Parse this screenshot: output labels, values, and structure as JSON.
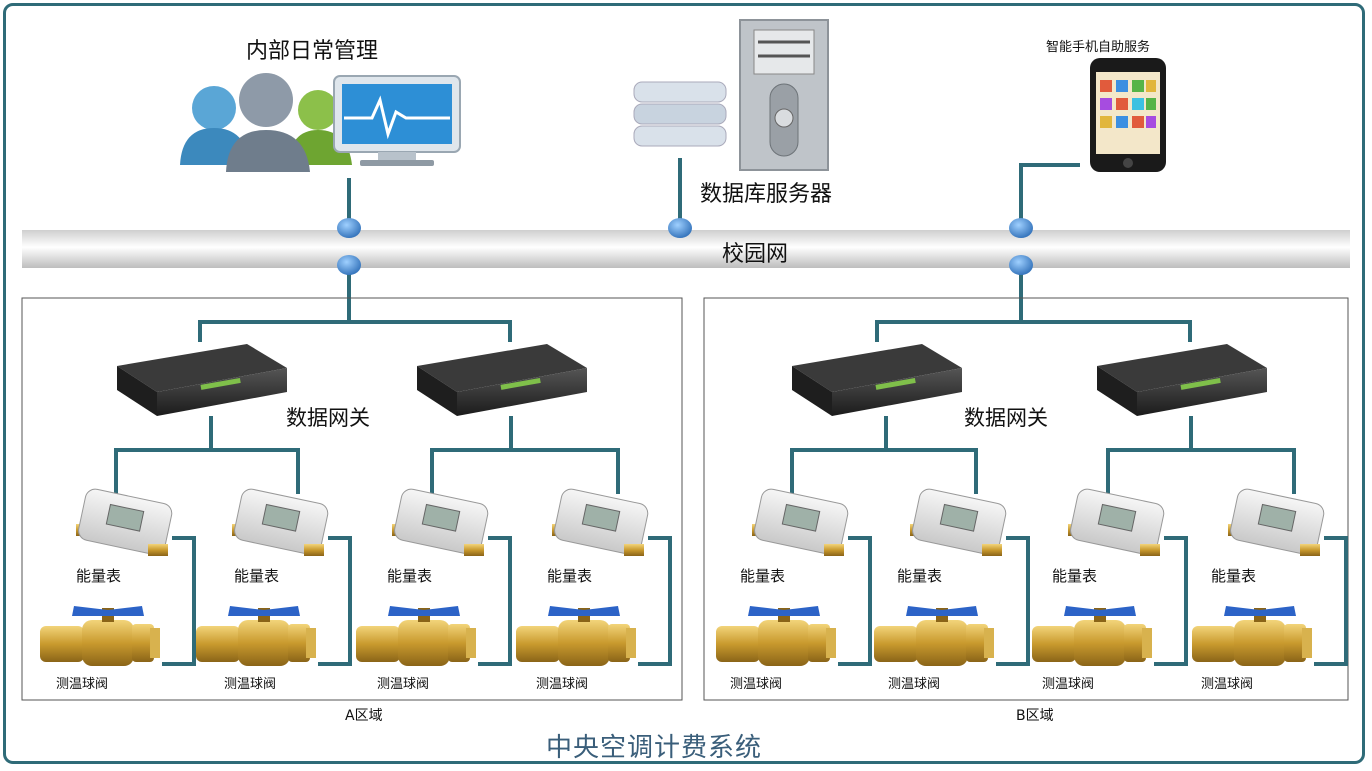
{
  "title": "中央空调计费系统",
  "network": {
    "label": "校园网"
  },
  "top": {
    "management": {
      "label": "内部日常管理",
      "icon": "users-monitor-icon"
    },
    "database": {
      "label": "数据库服务器",
      "icon": "server-icon"
    },
    "mobile": {
      "label": "智能手机自助服务",
      "icon": "smartphone-icon"
    }
  },
  "zones": [
    {
      "label": "A区域",
      "gateway_label": "数据网关",
      "gateways": 2,
      "meters_per_gateway": 2
    },
    {
      "label": "B区域",
      "gateway_label": "数据网关",
      "gateways": 2,
      "meters_per_gateway": 2
    }
  ],
  "device_labels": {
    "meter": "能量表",
    "valve": "测温球阀"
  },
  "colors": {
    "line": "#2f6b78",
    "node": "#4a90d9",
    "frame": "#2f6b78",
    "title": "#3a5e7a"
  }
}
